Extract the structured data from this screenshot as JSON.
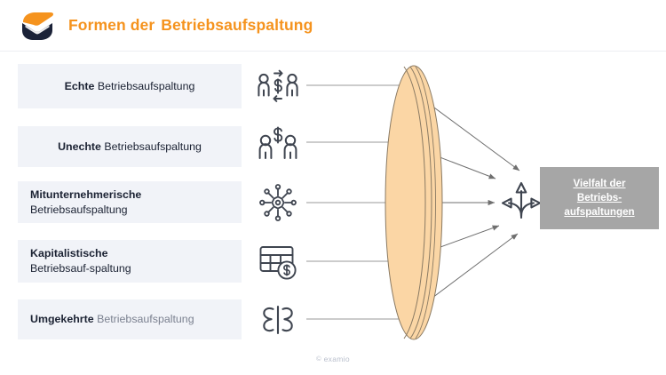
{
  "header": {
    "logo_icon": "examio-envelope-logo",
    "title_part1": "Formen der",
    "title_part2": "Betriebsaufspaltung",
    "title_color": "#f5931e"
  },
  "theme": {
    "box_background": "#f1f3f8",
    "text_dark": "#1b2233",
    "text_muted": "#7b8190",
    "lens_fill": "#fbd6a5",
    "lens_stroke": "#8a7a63",
    "ray_color": "#8c8c8c",
    "result_background": "#a6a6a6",
    "result_text": "#ffffff"
  },
  "items": [
    {
      "id": "echte",
      "align": "center",
      "bold": "Echte",
      "normal": " Betriebsaufspaltung",
      "second_line": "",
      "icon": "two-people-money-exchange-icon"
    },
    {
      "id": "unechte",
      "align": "center",
      "bold": "Unechte",
      "normal": " Betriebsaufspaltung",
      "second_line": "",
      "icon": "two-people-dollar-icon"
    },
    {
      "id": "mitunternehmerische",
      "align": "left",
      "bold": "Mitunternehmerische",
      "normal": "",
      "second_line": "Betriebsaufspaltung",
      "icon": "network-hub-icon"
    },
    {
      "id": "kapitalistische",
      "align": "left",
      "bold": "Kapitalistische",
      "normal": "",
      "second_line": "Betriebsauf-spaltung",
      "icon": "table-money-icon"
    },
    {
      "id": "umgekehrte",
      "align": "left",
      "bold": "Umgekehrte",
      "normal": " Betriebsaufspaltung",
      "normal_muted": true,
      "second_line": "",
      "icon": "mirrored-split-icon"
    }
  ],
  "center": {
    "shape": "convex-lens-3d",
    "description": "orange lens that refracts the five incoming rays"
  },
  "result": {
    "icon": "three-way-diverging-arrow-icon",
    "line1": "Vielfalt der",
    "line2": "Betriebs-",
    "line3": "aufspaltungen"
  },
  "footer": {
    "copyright_symbol": "©",
    "copyright_text": "examio"
  }
}
